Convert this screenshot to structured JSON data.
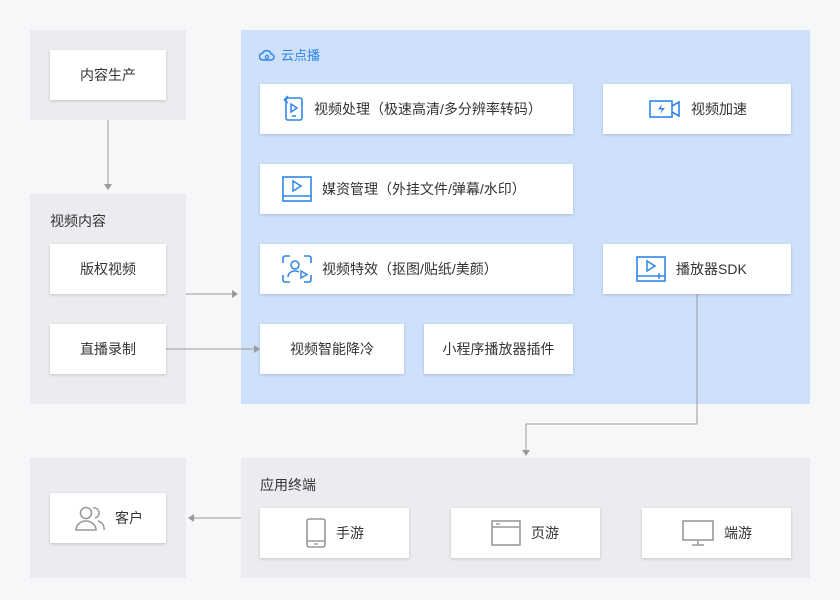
{
  "content_production": {
    "label": "内容生产"
  },
  "video_content": {
    "title": "视频内容",
    "items": [
      "版权视频",
      "直播录制"
    ]
  },
  "cloud_vod": {
    "title": "云点播",
    "services": {
      "processing": "视频处理（极速高清/多分辨率转码）",
      "acceleration": "视频加速",
      "media_management": "媒资管理（外挂文件/弹幕/水印）",
      "effects": "视频特效（抠图/贴纸/美颜）",
      "player_sdk": "播放器SDK",
      "smart_cooling": "视频智能降冷",
      "mini_program": "小程序播放器插件"
    }
  },
  "terminals": {
    "title": "应用终端",
    "items": [
      "手游",
      "页游",
      "端游"
    ]
  },
  "customer": {
    "label": "客户"
  },
  "colors": {
    "accent": "#2e86e8",
    "panel_gray": "#ebecef",
    "panel_blue": "#cfe0fb",
    "arrow": "#9a9a9a"
  },
  "icons": {
    "cloud": "cloud-icon",
    "processing": "video-file-icon",
    "acceleration": "fast-video-icon",
    "media_management": "video-window-icon",
    "effects": "face-scan-icon",
    "player_sdk": "player-icon",
    "mobile": "mobile-phone-icon",
    "web": "browser-window-icon",
    "desktop": "desktop-monitor-icon",
    "customer": "users-icon"
  }
}
